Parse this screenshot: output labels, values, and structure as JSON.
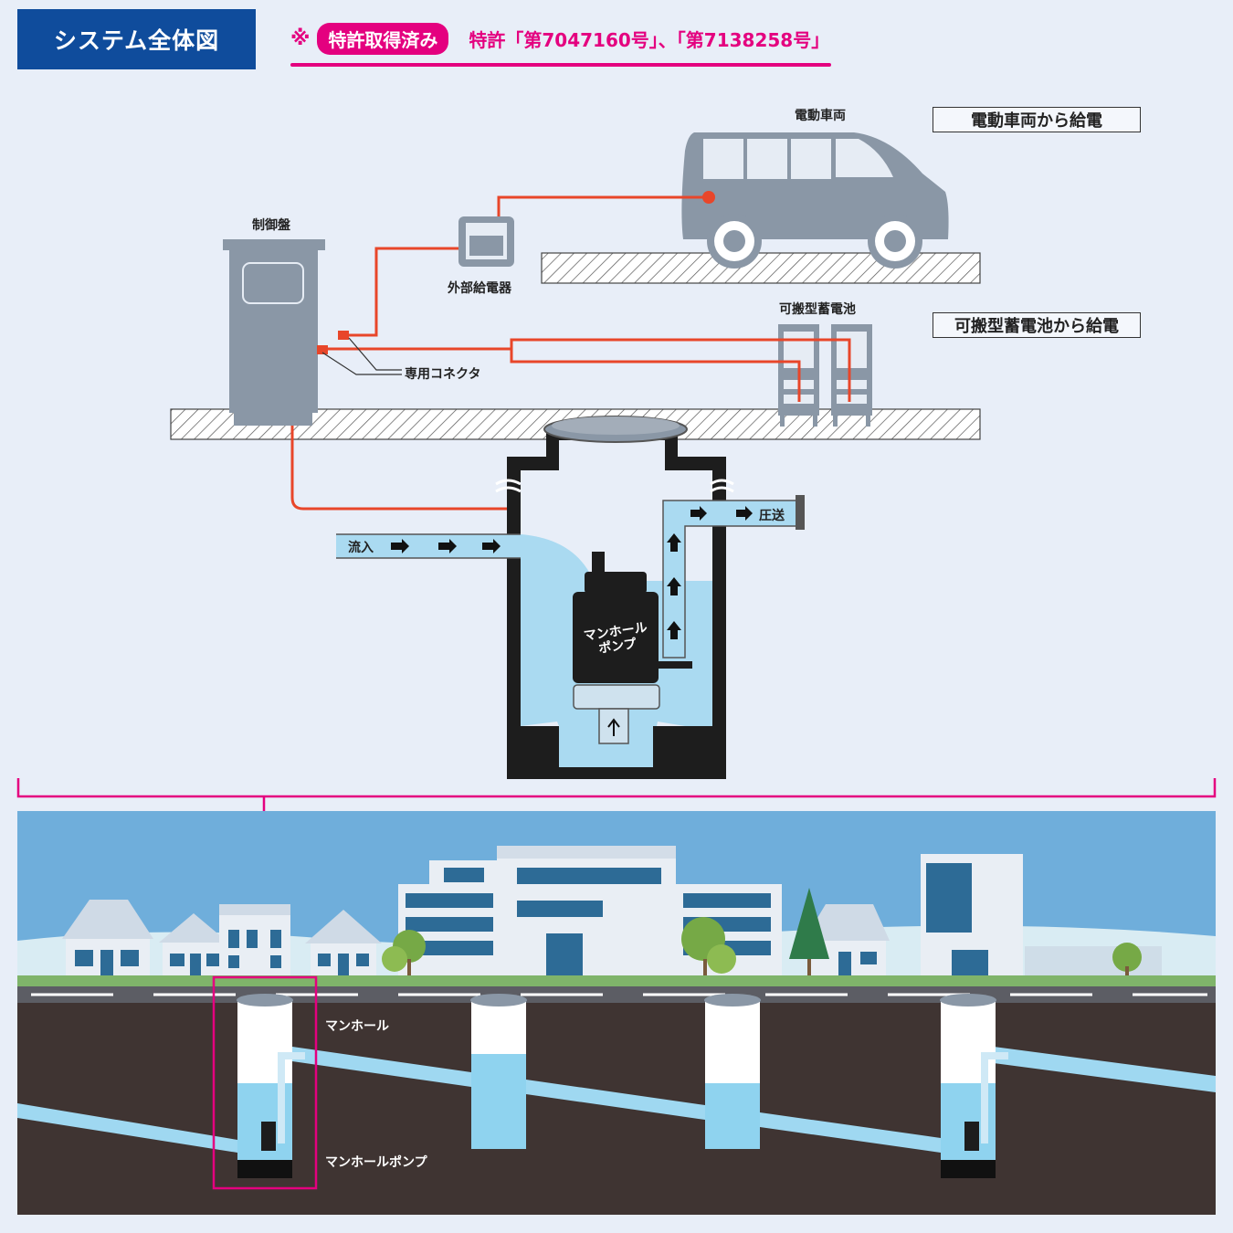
{
  "header": {
    "title": "システム全体図",
    "patent_mark": "※",
    "patent_badge": "特許取得済み",
    "patent_numbers": "特許「第7047160号」、「第7138258号」"
  },
  "modes": {
    "vehicle_supply": "電動車両から給電",
    "battery_supply": "可搬型蓄電池から給電"
  },
  "labels": {
    "vehicle": "電動車両",
    "control_panel": "制御盤",
    "external_charger": "外部給電器",
    "portable_battery": "可搬型蓄電池",
    "connector": "専用コネクタ",
    "inflow": "流入",
    "pressure_feed": "圧送",
    "pump_line1": "マンホール",
    "pump_line2": "ポンプ"
  },
  "cross_section": {
    "manhole": "マンホール",
    "manhole_pump": "マンホールポンプ"
  },
  "colors": {
    "title_bg": "#0f4c9c",
    "accent": "#e4007f",
    "cable": "#e8462a",
    "water": "#8fd3ef",
    "soil": "#3f3432",
    "sky": "#6faedb",
    "equipment": "#8a97a6"
  }
}
